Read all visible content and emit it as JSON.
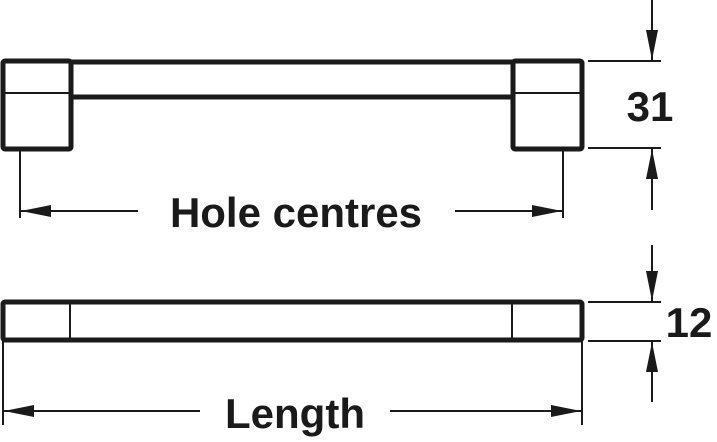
{
  "labels": {
    "hole_centres": "Hole centres",
    "length": "Length",
    "height": "31",
    "thickness": "12"
  },
  "colors": {
    "line": "#1a1a1a",
    "background": "#ffffff"
  }
}
